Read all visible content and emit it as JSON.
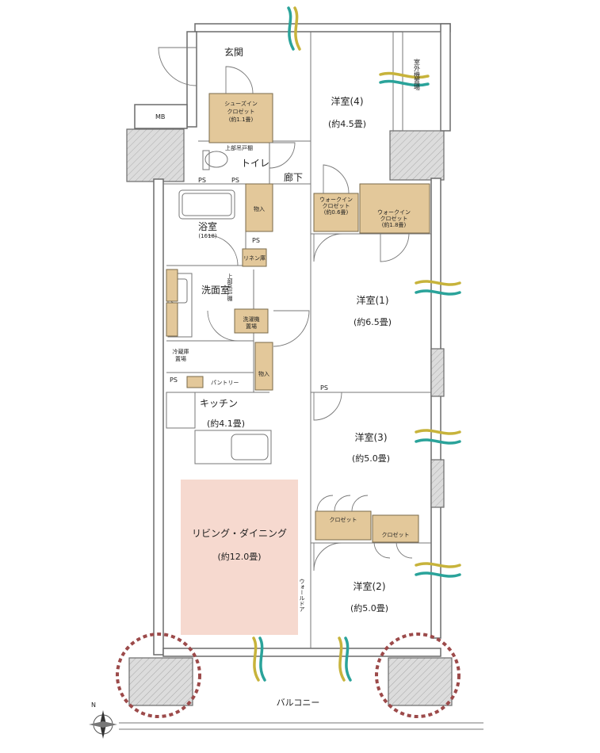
{
  "rooms": {
    "entrance": "玄関",
    "western4": {
      "name": "洋室(4)",
      "area": "(約4.5畳)"
    },
    "outdoor_unit": "室外機置場",
    "shoes_closet": {
      "line1": "シューズイン",
      "line2": "クロゼット",
      "line3": "(約1.1畳)"
    },
    "mb": "MB",
    "upper_cabinet": "上部吊戸棚",
    "toilet": "トイレ",
    "corridor": "廊下",
    "bath": {
      "name": "浴室",
      "size": "(1618)"
    },
    "storage1": "物入",
    "wic1": {
      "line1": "ウォークイン",
      "line2": "クロゼット",
      "line3": "(約0.6畳)"
    },
    "wic2": {
      "line1": "ウォークイン",
      "line2": "クロゼット",
      "line3": "(約1.8畳)"
    },
    "linen": "リネン庫",
    "upper_cabinet2": "上部吊戸棚",
    "washroom": "洗面室",
    "western1": {
      "name": "洋室(1)",
      "area": "(約6.5畳)"
    },
    "washer": {
      "line1": "洗濯機",
      "line2": "置場"
    },
    "dryer": {
      "line1": "冷蔵庫",
      "line2": "置場"
    },
    "storage2": "物入",
    "pantry": "パントリー",
    "kitchen": {
      "name": "キッチン",
      "area": "(約4.1畳)"
    },
    "western3": {
      "name": "洋室(3)",
      "area": "(約5.0畳)"
    },
    "closet_a": "クロゼット",
    "closet_b": "クロゼット",
    "living": {
      "name": "リビング・ダイニング",
      "area": "(約12.0畳)"
    },
    "western2": {
      "name": "洋室(2)",
      "area": "(約5.0畳)"
    },
    "wall_door": "ウォールドア",
    "balcony": "バルコニー"
  },
  "labels": {
    "ps": "PS",
    "north": "N"
  },
  "colors": {
    "closet": "#e3c89a",
    "living_highlight": "#f6d9cf",
    "wind_yellow": "#c7b33b",
    "wind_teal": "#2aa39a",
    "circle": "#9c4a4a"
  }
}
